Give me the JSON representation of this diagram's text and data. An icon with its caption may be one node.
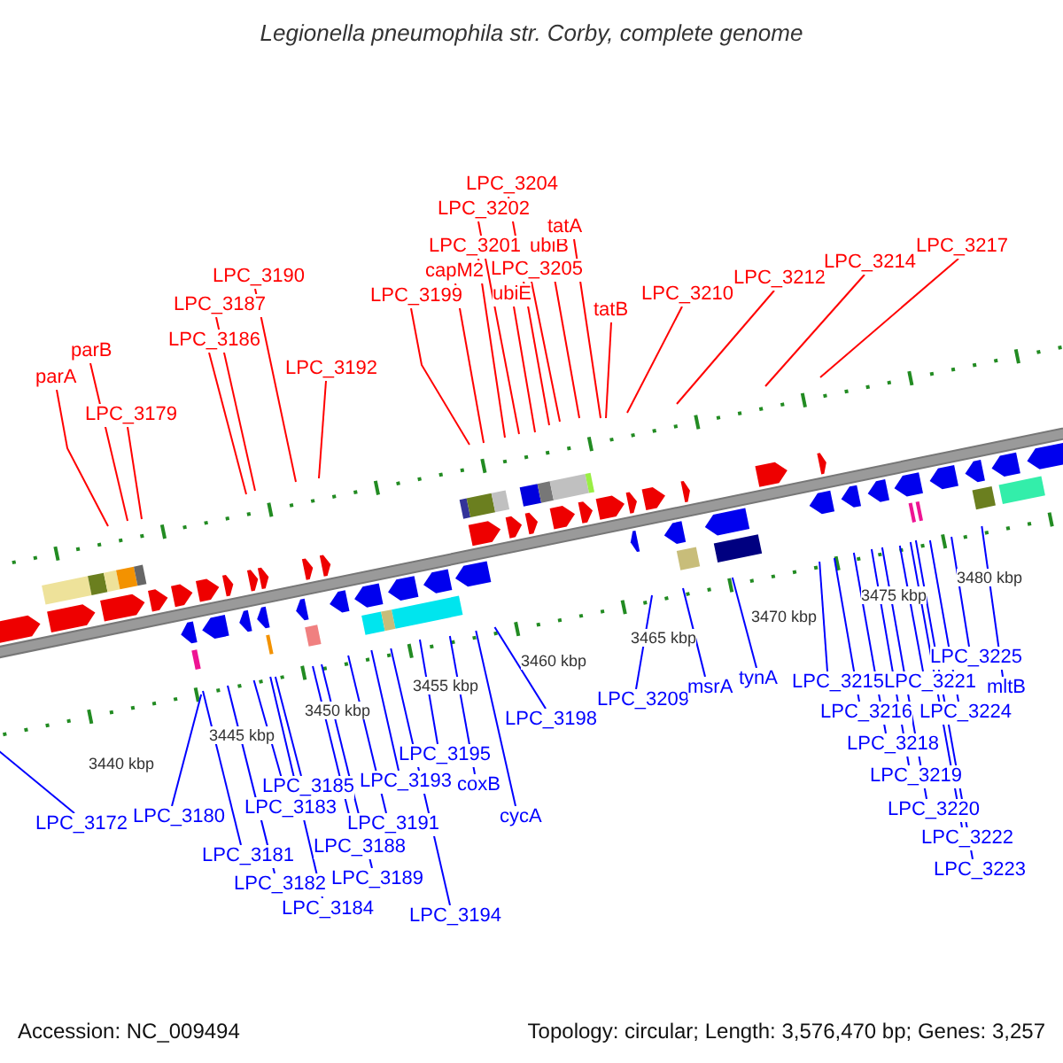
{
  "diagram": {
    "title": "Legionella pneumophila str. Corby, complete genome",
    "nodes": [
      {
        "text": [
          "parA"
        ]
      },
      {
        "text": [
          "parB"
        ]
      },
      {
        "text": [
          "LPC_3179"
        ]
      },
      {
        "text": [
          "LPC_3186"
        ]
      },
      {
        "text": [
          "LPC_3187"
        ]
      },
      {
        "text": [
          "LPC_3190"
        ]
      },
      {
        "text": [
          "LPC_3192"
        ]
      },
      {
        "text": [
          "LPC_3199"
        ]
      },
      {
        "text": [
          "capM2"
        ]
      },
      {
        "text": [
          "LPC_3201"
        ]
      },
      {
        "text": [
          "LPC_3202"
        ]
      },
      {
        "text": [
          "LPC_3204"
        ]
      },
      {
        "text": [
          "ubiE"
        ]
      },
      {
        "text": [
          "LPC_3205"
        ]
      },
      {
        "text": [
          "ubiB"
        ]
      },
      {
        "text": [
          "tatA"
        ]
      },
      {
        "text": [
          "tatB"
        ]
      },
      {
        "text": [
          "LPC_3210"
        ]
      },
      {
        "text": [
          "LPC_3212"
        ]
      },
      {
        "text": [
          "LPC_3214"
        ]
      },
      {
        "text": [
          "LPC_3217"
        ]
      },
      {
        "text": [
          "LPC_3172"
        ]
      },
      {
        "text": [
          "LPC_3180"
        ]
      },
      {
        "text": [
          "LPC_3183"
        ]
      },
      {
        "text": [
          "LPC_3185"
        ]
      },
      {
        "text": [
          "LPC_3181"
        ]
      },
      {
        "text": [
          "LPC_3182"
        ]
      },
      {
        "text": [
          "LPC_3184"
        ]
      },
      {
        "text": [
          "LPC_3188"
        ]
      },
      {
        "text": [
          "LPC_3189"
        ]
      },
      {
        "text": [
          "LPC_3191"
        ]
      },
      {
        "text": [
          "LPC_3193"
        ]
      },
      {
        "text": [
          "LPC_3194"
        ]
      },
      {
        "text": [
          "LPC_3195"
        ]
      },
      {
        "text": [
          "coxB"
        ]
      },
      {
        "text": [
          "cycA"
        ]
      },
      {
        "text": [
          "LPC_3198"
        ]
      },
      {
        "text": [
          "LPC_3209"
        ]
      },
      {
        "text": [
          "msrA"
        ]
      },
      {
        "text": [
          "tynA"
        ]
      },
      {
        "text": [
          "LPC_3215"
        ]
      },
      {
        "text": [
          "LPC_3216"
        ]
      },
      {
        "text": [
          "LPC_3218"
        ]
      },
      {
        "text": [
          "LPC_3219"
        ]
      },
      {
        "text": [
          "LPC_3220"
        ]
      },
      {
        "text": [
          "LPC_3221"
        ]
      },
      {
        "text": [
          "LPC_3222"
        ]
      },
      {
        "text": [
          "LPC_3223"
        ]
      },
      {
        "text": [
          "LPC_3224"
        ]
      },
      {
        "text": [
          "LPC_3225"
        ]
      },
      {
        "text": [
          "mltB"
        ]
      }
    ],
    "edges": [
      {
        "from": 0,
        "to": null,
        "arrow": "none",
        "color": "#ff0000"
      },
      {
        "from": 1,
        "to": null,
        "arrow": "none",
        "color": "#ff0000"
      },
      {
        "from": 2,
        "to": null,
        "arrow": "none",
        "color": "#ff0000"
      },
      {
        "from": 3,
        "to": null,
        "arrow": "none",
        "color": "#ff0000"
      },
      {
        "from": 4,
        "to": null,
        "arrow": "none",
        "color": "#ff0000"
      },
      {
        "from": 5,
        "to": null,
        "arrow": "none",
        "color": "#ff0000"
      },
      {
        "from": 6,
        "to": null,
        "arrow": "none",
        "color": "#ff0000"
      },
      {
        "from": 7,
        "to": null,
        "arrow": "none",
        "color": "#ff0000"
      },
      {
        "from": 8,
        "to": null,
        "arrow": "none",
        "color": "#ff0000"
      },
      {
        "from": 9,
        "to": null,
        "arrow": "none",
        "color": "#ff0000"
      },
      {
        "from": 10,
        "to": null,
        "arrow": "none",
        "color": "#ff0000"
      },
      {
        "from": 11,
        "to": null,
        "arrow": "none",
        "color": "#ff0000"
      },
      {
        "from": 12,
        "to": null,
        "arrow": "none",
        "color": "#ff0000"
      },
      {
        "from": 13,
        "to": null,
        "arrow": "none",
        "color": "#ff0000"
      },
      {
        "from": 14,
        "to": null,
        "arrow": "none",
        "color": "#ff0000"
      },
      {
        "from": 15,
        "to": null,
        "arrow": "none",
        "color": "#ff0000"
      },
      {
        "from": 16,
        "to": null,
        "arrow": "none",
        "color": "#ff0000"
      },
      {
        "from": 17,
        "to": null,
        "arrow": "none",
        "color": "#ff0000"
      },
      {
        "from": 18,
        "to": null,
        "arrow": "none",
        "color": "#ff0000"
      },
      {
        "from": 19,
        "to": null,
        "arrow": "none",
        "color": "#ff0000"
      },
      {
        "from": 20,
        "to": null,
        "arrow": "none",
        "color": "#ff0000"
      },
      {
        "from": 21,
        "to": null,
        "arrow": "none"
      },
      {
        "from": 22,
        "to": null,
        "arrow": "none"
      },
      {
        "from": 23,
        "to": null,
        "arrow": "none"
      },
      {
        "from": 24,
        "to": null,
        "arrow": "none"
      },
      {
        "from": 25,
        "to": null,
        "arrow": "none"
      },
      {
        "from": 26,
        "to": null,
        "arrow": "none"
      },
      {
        "from": 27,
        "to": null,
        "arrow": "none"
      },
      {
        "from": 28,
        "to": null,
        "arrow": "none"
      },
      {
        "from": 29,
        "to": null,
        "arrow": "none"
      },
      {
        "from": 30,
        "to": null,
        "arrow": "none"
      },
      {
        "from": 31,
        "to": null,
        "arrow": "none"
      },
      {
        "from": 32,
        "to": null,
        "arrow": "none"
      },
      {
        "from": 33,
        "to": null,
        "arrow": "none"
      },
      {
        "from": 34,
        "to": null,
        "arrow": "none"
      },
      {
        "from": 35,
        "to": null,
        "arrow": "none"
      },
      {
        "from": 36,
        "to": null,
        "arrow": "none"
      },
      {
        "from": 37,
        "to": null,
        "arrow": "none"
      },
      {
        "from": 38,
        "to": null,
        "arrow": "none"
      },
      {
        "from": 39,
        "to": null,
        "arrow": "none"
      },
      {
        "from": 40,
        "to": null,
        "arrow": "none"
      },
      {
        "from": 41,
        "to": null,
        "arrow": "none"
      },
      {
        "from": 42,
        "to": null,
        "arrow": "none"
      },
      {
        "from": 43,
        "to": null,
        "arrow": "none"
      },
      {
        "from": 44,
        "to": null,
        "arrow": "none"
      },
      {
        "from": 45,
        "to": null,
        "arrow": "none"
      },
      {
        "from": 46,
        "to": null,
        "arrow": "none"
      },
      {
        "from": 47,
        "to": null,
        "arrow": "none"
      },
      {
        "from": 48,
        "to": null,
        "arrow": "none"
      },
      {
        "from": 49,
        "to": null,
        "arrow": "none"
      },
      {
        "from": 50,
        "to": null,
        "arrow": "none"
      }
    ],
    "labels": [
      "3440 kbp",
      "3445 kbp",
      "3450 kbp",
      "3455 kbp",
      "3460 kbp",
      "3465 kbp",
      "3470 kbp",
      "3475 kbp",
      "3480 kbp",
      "Accession: NC_009494",
      "Topology: circular; Length: 3,576,470 bp; Genes: 3,257"
    ]
  }
}
